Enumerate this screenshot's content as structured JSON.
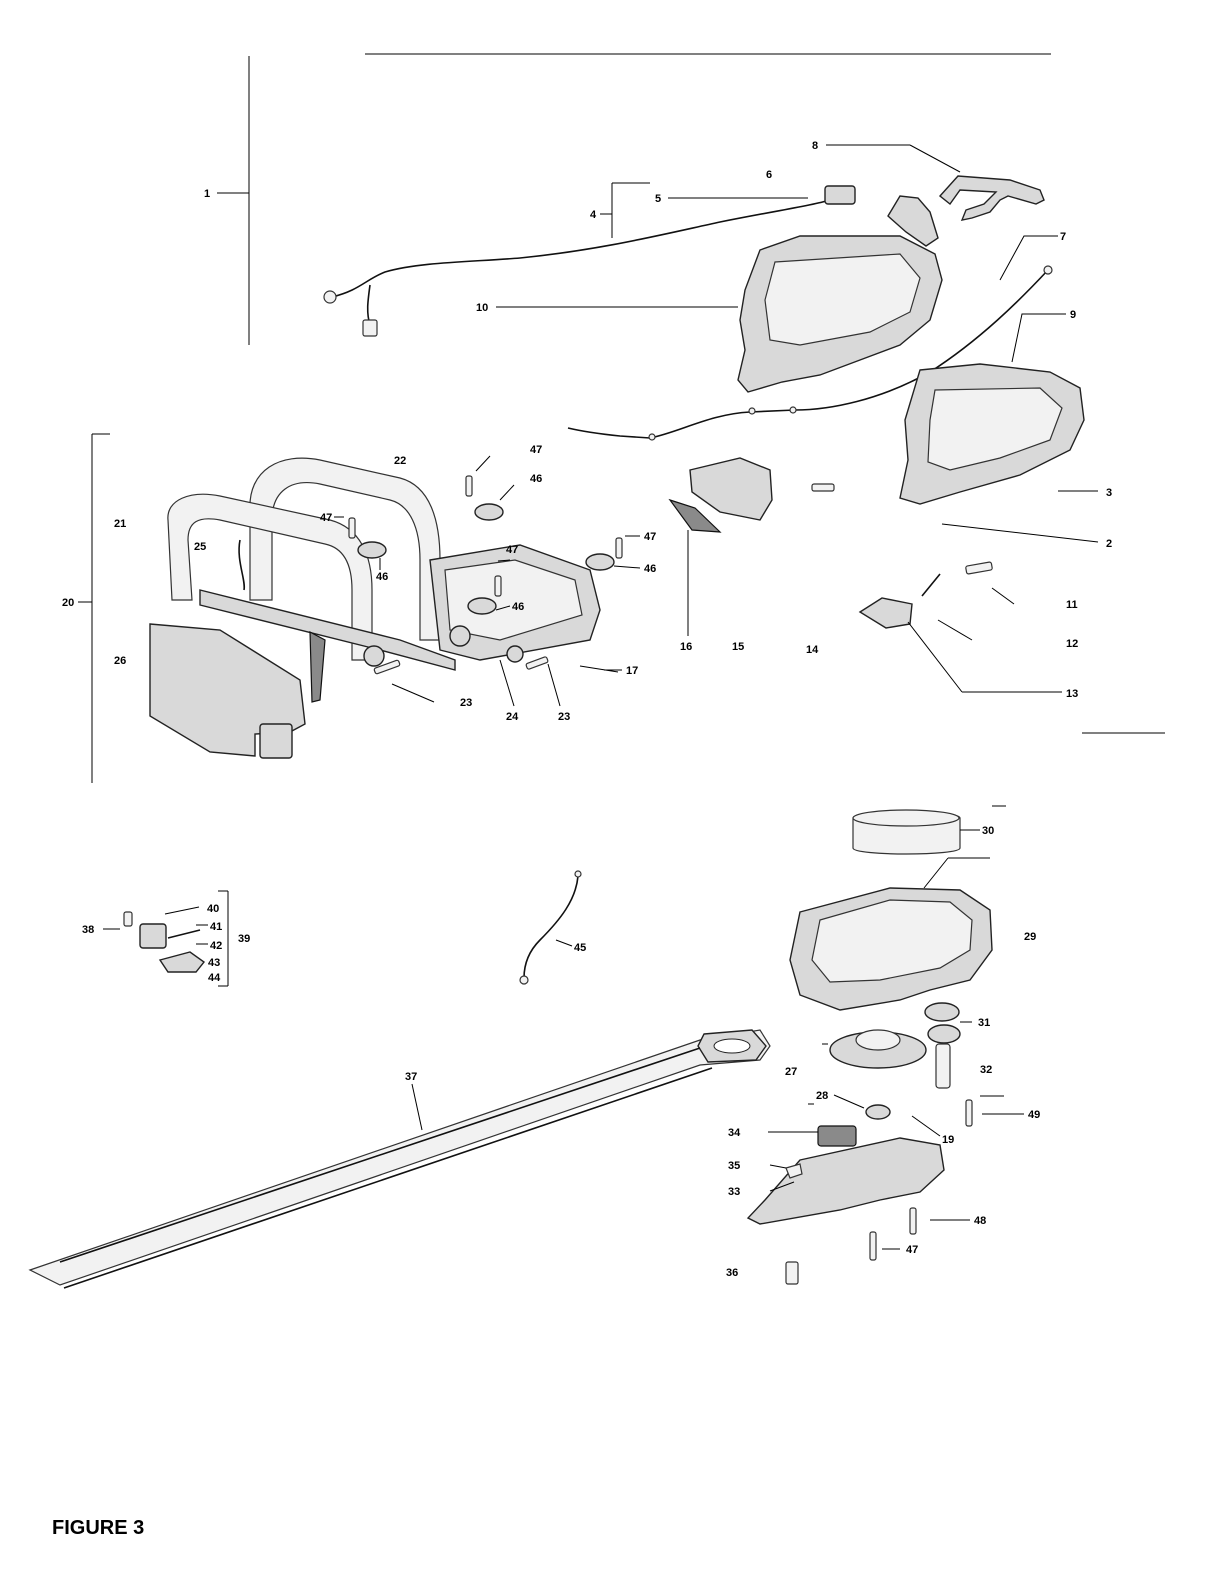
{
  "figure_title": "FIGURE 3",
  "callouts": [
    {
      "id": "c1",
      "text": "1"
    },
    {
      "id": "c2",
      "text": "2"
    },
    {
      "id": "c3",
      "text": "3"
    },
    {
      "id": "c4",
      "text": "4"
    },
    {
      "id": "c5",
      "text": "5"
    },
    {
      "id": "c6",
      "text": "6"
    },
    {
      "id": "c7",
      "text": "7"
    },
    {
      "id": "c8",
      "text": "8"
    },
    {
      "id": "c9",
      "text": "9"
    },
    {
      "id": "c10",
      "text": "10"
    },
    {
      "id": "c11",
      "text": "11"
    },
    {
      "id": "c12",
      "text": "12"
    },
    {
      "id": "c13",
      "text": "13"
    },
    {
      "id": "c14",
      "text": "14"
    },
    {
      "id": "c15",
      "text": "15"
    },
    {
      "id": "c16",
      "text": "16"
    },
    {
      "id": "c17",
      "text": "17"
    },
    {
      "id": "c19",
      "text": "19"
    },
    {
      "id": "c20",
      "text": "20"
    },
    {
      "id": "c21",
      "text": "21"
    },
    {
      "id": "c22",
      "text": "22"
    },
    {
      "id": "c23a",
      "text": "23"
    },
    {
      "id": "c23b",
      "text": "23"
    },
    {
      "id": "c24",
      "text": "24"
    },
    {
      "id": "c25",
      "text": "25"
    },
    {
      "id": "c26",
      "text": "26"
    },
    {
      "id": "c27",
      "text": "27"
    },
    {
      "id": "c28",
      "text": "28"
    },
    {
      "id": "c29",
      "text": "29"
    },
    {
      "id": "c30",
      "text": "30"
    },
    {
      "id": "c31",
      "text": "31"
    },
    {
      "id": "c32",
      "text": "32"
    },
    {
      "id": "c33",
      "text": "33"
    },
    {
      "id": "c34",
      "text": "34"
    },
    {
      "id": "c35",
      "text": "35"
    },
    {
      "id": "c36",
      "text": "36"
    },
    {
      "id": "c37",
      "text": "37"
    },
    {
      "id": "c38",
      "text": "38"
    },
    {
      "id": "c39",
      "text": "39"
    },
    {
      "id": "c40",
      "text": "40"
    },
    {
      "id": "c41",
      "text": "41"
    },
    {
      "id": "c42",
      "text": "42"
    },
    {
      "id": "c43",
      "text": "43"
    },
    {
      "id": "c44",
      "text": "44"
    },
    {
      "id": "c45",
      "text": "45"
    },
    {
      "id": "c46a",
      "text": "46"
    },
    {
      "id": "c46b",
      "text": "46"
    },
    {
      "id": "c46c",
      "text": "46"
    },
    {
      "id": "c46d",
      "text": "46"
    },
    {
      "id": "c47a",
      "text": "47"
    },
    {
      "id": "c47b",
      "text": "47"
    },
    {
      "id": "c47c",
      "text": "47"
    },
    {
      "id": "c47d",
      "text": "47"
    },
    {
      "id": "c47e",
      "text": "47"
    },
    {
      "id": "c48",
      "text": "48"
    },
    {
      "id": "c49",
      "text": "49"
    }
  ]
}
